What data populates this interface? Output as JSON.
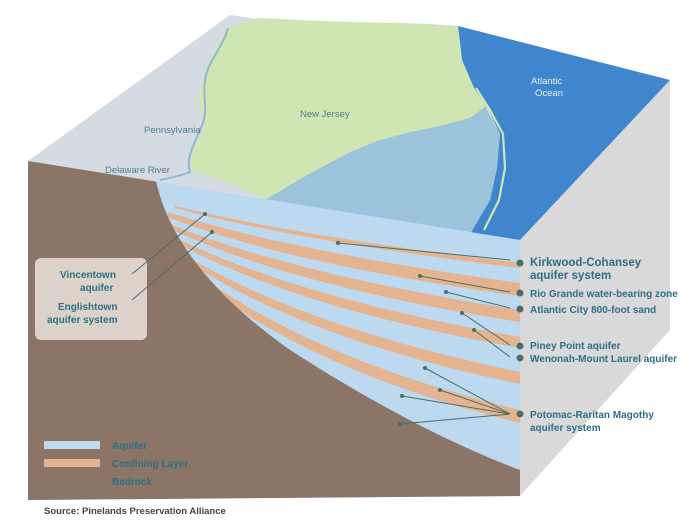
{
  "map": {
    "pennsylvania": "Pennsylvania",
    "new_jersey": "New Jersey",
    "delaware_river": "Delaware River",
    "atlantic_1": "Atlantic",
    "atlantic_2": "Ocean"
  },
  "callouts_left": {
    "vincentown_1": "Vincentown",
    "vincentown_2": "aquifer",
    "englishtown_1": "Englishtown",
    "englishtown_2": "aquifer system"
  },
  "callouts_right": {
    "kirkwood_1": "Kirkwood-Cohansey",
    "kirkwood_2": "aquifer system",
    "rio_grande": "Rio Grande water-bearing zone",
    "atlantic_city": "Atlantic City 800-foot sand",
    "piney_point": "Piney Point aquifer",
    "wenonah": "Wenonah-Mount Laurel aquifer",
    "potomac_1": "Potomac-Raritan Magothy",
    "potomac_2": "aquifer system"
  },
  "legend": {
    "items": [
      {
        "label": "Aquifer",
        "color": "#bcd9f0"
      },
      {
        "label": "Confining Layer",
        "color": "#e3b48f"
      },
      {
        "label": "Bedrock",
        "color": "#8a7566"
      }
    ]
  },
  "source": "Source: Pinelands Preservation Alliance",
  "colors": {
    "land_nj": "#cfe6b3",
    "land_pa": "#d4dbe2",
    "water": "#3f86cf",
    "shallow": "#9cc3dc",
    "aquifer": "#bcd9f0",
    "confining": "#e3b48f",
    "bedrock": "#8a7566",
    "box_right": "#d9d9d9",
    "label": "#2e6f88"
  }
}
